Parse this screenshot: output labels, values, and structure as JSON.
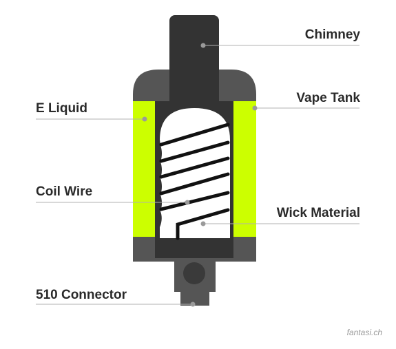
{
  "labels": {
    "chimney": "Chimney",
    "vape_tank": "Vape Tank",
    "e_liquid": "E Liquid",
    "coil_wire": "Coil Wire",
    "wick_material": "Wick Material",
    "connector_510": "510 Connector"
  },
  "credit": "fantasi.ch",
  "colors": {
    "body": "#555555",
    "chimney": "#333333",
    "liquid": "#ccff00",
    "wick": "#ffffff",
    "coil": "#111111",
    "leader_line": "#b0b0b0",
    "leader_dot": "#9a9a9a",
    "text": "#2a2a2a"
  }
}
